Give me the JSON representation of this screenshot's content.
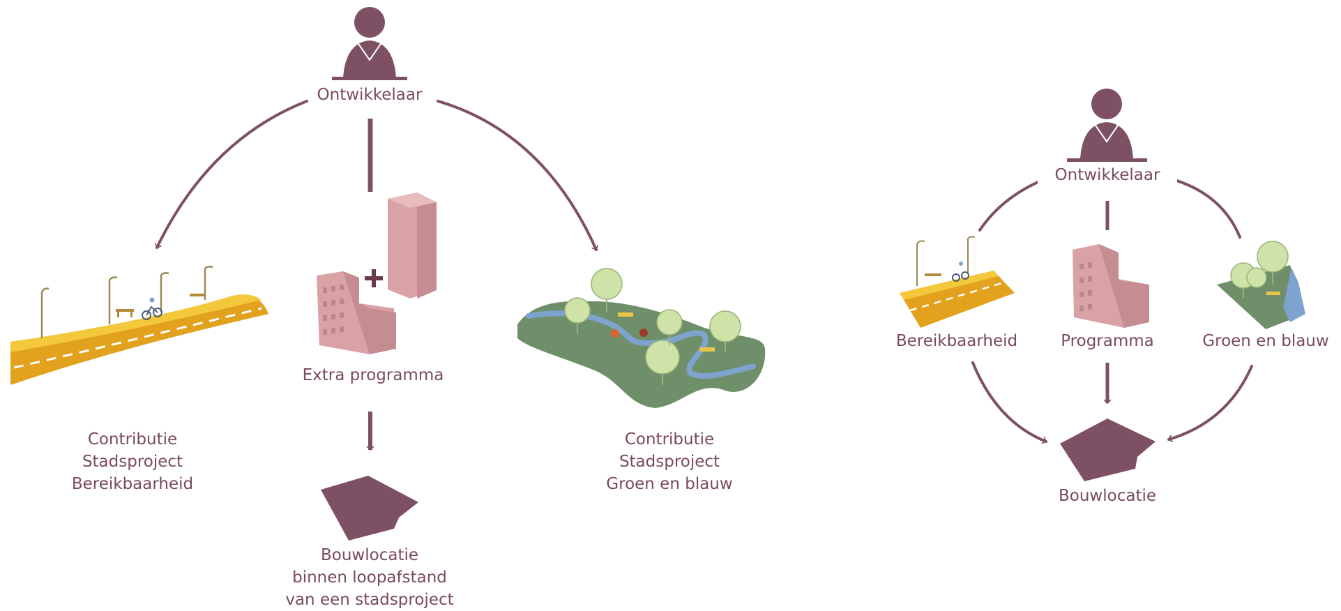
{
  "colors": {
    "accent": "#7d5163",
    "building": "#d9a3a6",
    "road": "#e2a21e",
    "green": "#6f8f6a",
    "water": "#7fa3cf",
    "tree": "#cfe3a8"
  },
  "left": {
    "developer": {
      "label": "Ontwikkelaar",
      "icon": "person-icon"
    },
    "road_caption": [
      "Contributie",
      "Stadsproject",
      "Bereikbaarheid"
    ],
    "program_label": "Extra programma",
    "park_caption": [
      "Contributie",
      "Stadsproject",
      "Groen en blauw"
    ],
    "site_caption": [
      "Bouwlocatie",
      "binnen loopafstand",
      "van een stadsproject"
    ]
  },
  "right": {
    "developer": {
      "label": "Ontwikkelaar",
      "icon": "person-icon"
    },
    "road_label": "Bereikbaarheid",
    "program_label": "Programma",
    "park_label": "Groen en blauw",
    "site_label": "Bouwlocatie"
  }
}
